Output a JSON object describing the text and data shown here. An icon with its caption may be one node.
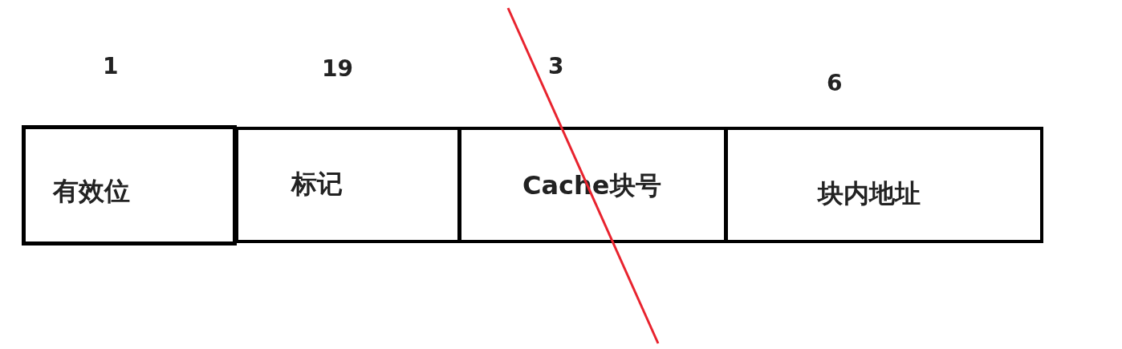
{
  "diagram": {
    "nodes": [
      {
        "text": [
          "有效位"
        ],
        "beside": [
          "1"
        ]
      },
      {
        "text": [
          "标记"
        ],
        "beside": [
          "19"
        ]
      },
      {
        "text": [
          "Cache块号"
        ],
        "beside": [
          "3"
        ]
      },
      {
        "text": [
          "块内地址"
        ],
        "beside": [
          "6"
        ]
      }
    ],
    "edges": []
  }
}
